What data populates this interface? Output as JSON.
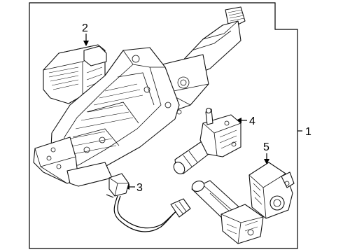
{
  "callouts": {
    "c1": "1",
    "c2": "2",
    "c3": "3",
    "c4": "4",
    "c5": "5"
  },
  "parts": [
    {
      "callout": "1",
      "icon": "steering-column-assembly-icon"
    },
    {
      "callout": "2",
      "icon": "control-module-icon"
    },
    {
      "callout": "3",
      "icon": "wiring-harness-icon"
    },
    {
      "callout": "4",
      "icon": "tilt-motor-icon"
    },
    {
      "callout": "5",
      "icon": "telescope-motor-icon"
    }
  ],
  "colors": {
    "line": "#000000",
    "background": "#ffffff"
  }
}
